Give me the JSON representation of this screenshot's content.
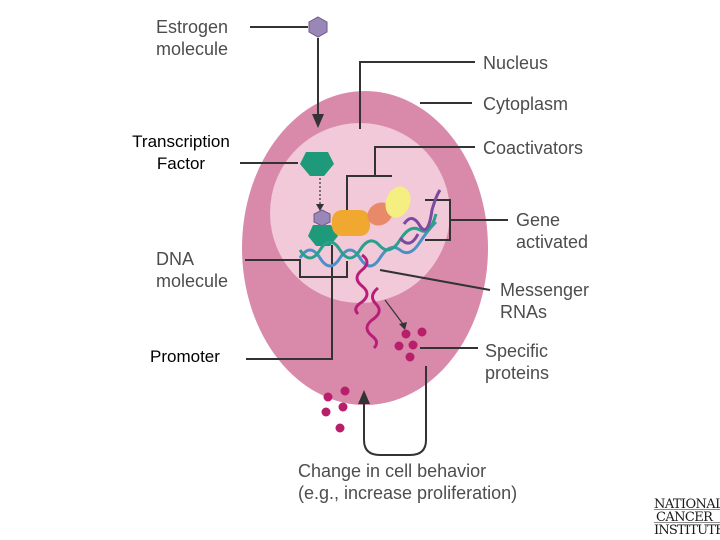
{
  "labels": {
    "estrogen_line1": "Estrogen",
    "estrogen_line2": "molecule",
    "nucleus": "Nucleus",
    "cytoplasm": "Cytoplasm",
    "transcription_line1": "Transcription",
    "transcription_line2": "Factor",
    "coactivators": "Coactivators",
    "gene_line1": "Gene",
    "gene_line2": "activated",
    "dna_line1": "DNA",
    "dna_line2": "molecule",
    "messenger_line1": "Messenger",
    "messenger_line2": "RNAs",
    "promoter": "Promoter",
    "specific_line1": "Specific",
    "specific_line2": "proteins",
    "footer_line1": "Change in cell behavior",
    "footer_line2": "(e.g., increase proliferation)"
  },
  "logo": {
    "text": "NATIONAL CANCER INSTITUTE"
  },
  "colors": {
    "cell": "#d98aaa",
    "nucleus": "#f2c9d8",
    "estrogen": "#9b86b8",
    "transcription_factor": "#1e9a7a",
    "coactivator_orange": "#f0a830",
    "coactivator_salmon": "#e88a6a",
    "coactivator_yellow": "#f5ee80",
    "mrna": "#b81e78",
    "protein": "#b81e6a",
    "dna_blue": "#4a90c8",
    "dna_purple": "#7a4aa0",
    "dna_teal": "#28a08a",
    "line": "#333333"
  }
}
